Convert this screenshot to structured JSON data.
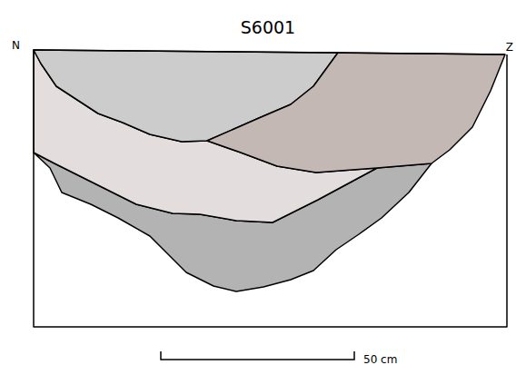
{
  "diagram": {
    "title": "S6001",
    "labels": [
      "N",
      "Z",
      "50 cm"
    ]
  }
}
